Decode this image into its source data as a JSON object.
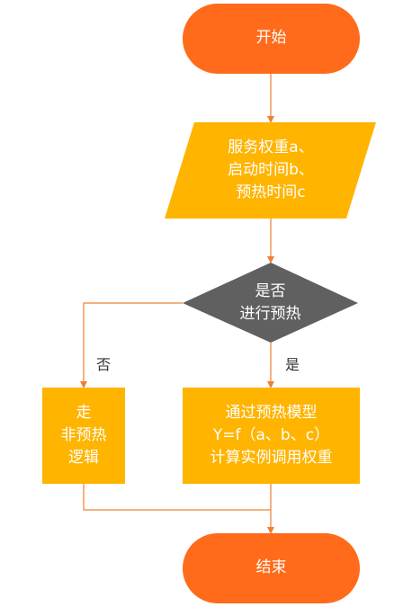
{
  "nodes": {
    "start": {
      "label": "开始"
    },
    "input": {
      "lines": [
        "服务权重a、",
        "启动时间b、",
        "预热时间c"
      ]
    },
    "decision": {
      "lines": [
        "是否",
        "进行预热"
      ]
    },
    "no_warmup": {
      "lines": [
        "走",
        "非预热",
        "逻辑"
      ]
    },
    "warmup_calc": {
      "lines": [
        "通过预热模型",
        "Y=f（a、b、c）",
        "计算实例调用权重"
      ]
    },
    "end": {
      "label": "结束"
    }
  },
  "branches": {
    "no": "否",
    "yes": "是"
  },
  "colors": {
    "terminal": "#FF6B1A",
    "process": "#FFB400",
    "decision": "#606060",
    "connector": "#F08030"
  }
}
